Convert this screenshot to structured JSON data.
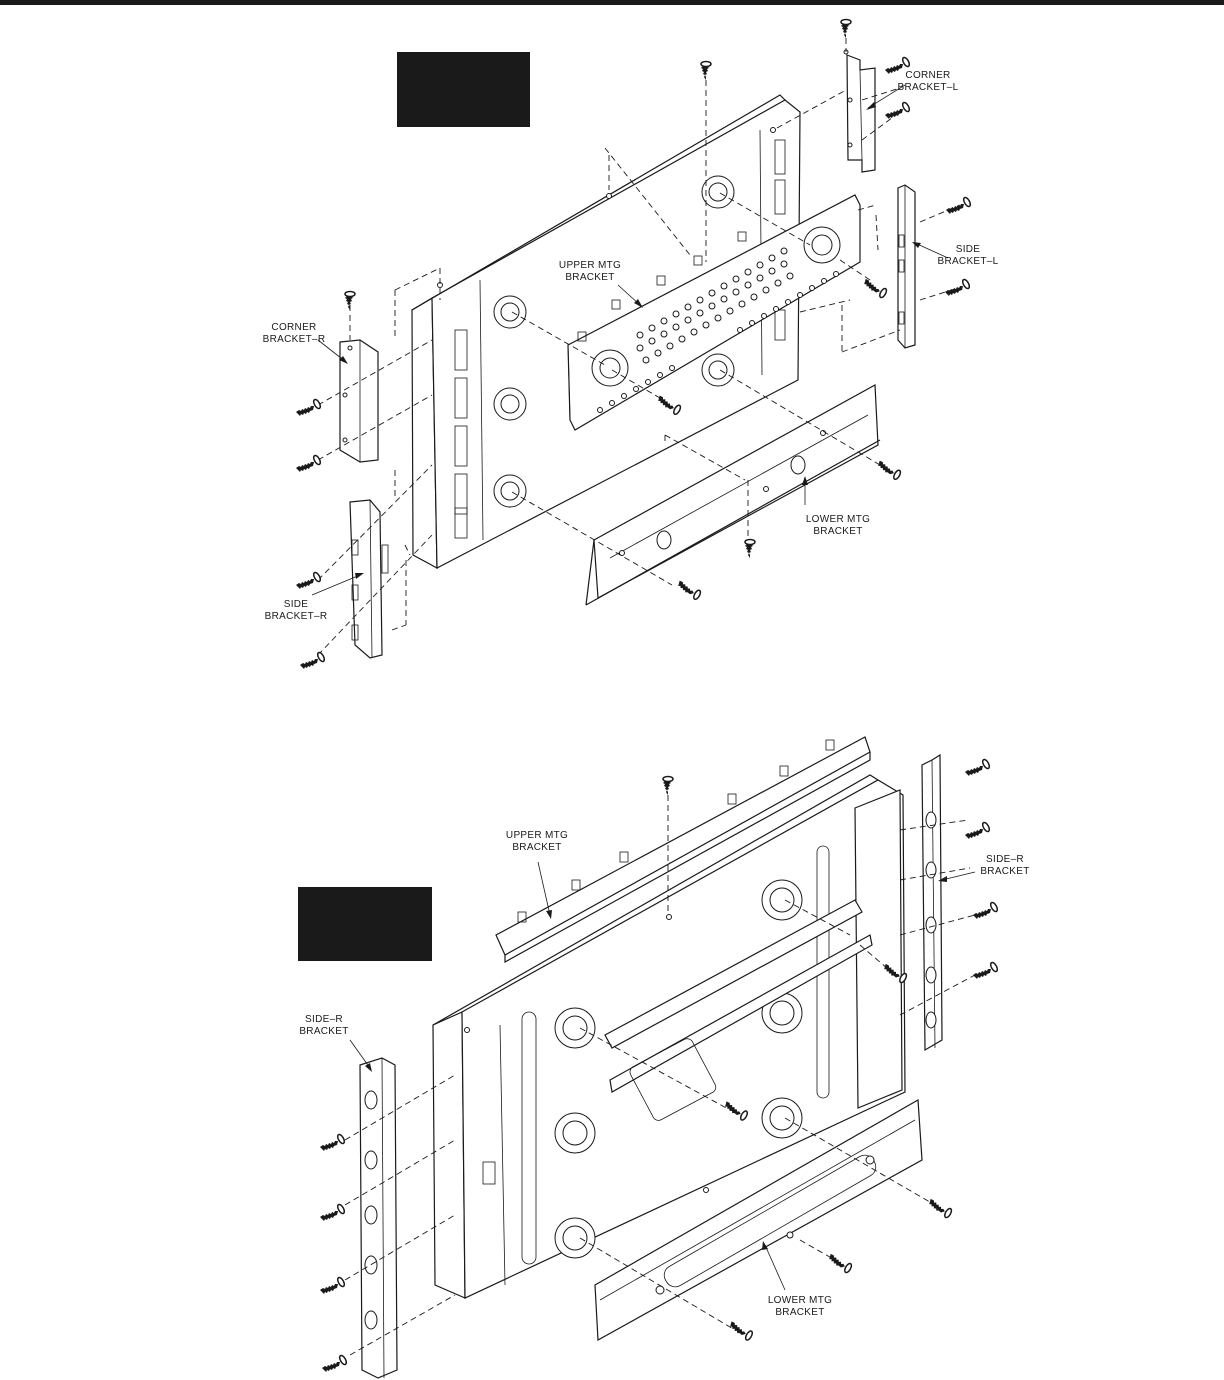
{
  "figure_top": {
    "labels": {
      "corner_bracket_l": [
        "CORNER",
        "BRACKET–L"
      ],
      "side_bracket_l": [
        "SIDE",
        "BRACKET–L"
      ],
      "upper_mtg_bracket": [
        "UPPER MTG",
        "BRACKET"
      ],
      "corner_bracket_r": [
        "CORNER",
        "BRACKET–R"
      ],
      "lower_mtg_bracket": [
        "LOWER MTG",
        "BRACKET"
      ],
      "side_bracket_r": [
        "SIDE",
        "BRACKET–R"
      ]
    }
  },
  "figure_bottom": {
    "labels": {
      "upper_mtg_bracket": [
        "UPPER MTG",
        "BRACKET"
      ],
      "side_r_bracket_right": [
        "SIDE–R",
        "BRACKET"
      ],
      "side_r_bracket_left": [
        "SIDE–R",
        "BRACKET"
      ],
      "lower_mtg_bracket": [
        "LOWER MTG",
        "BRACKET"
      ]
    }
  }
}
